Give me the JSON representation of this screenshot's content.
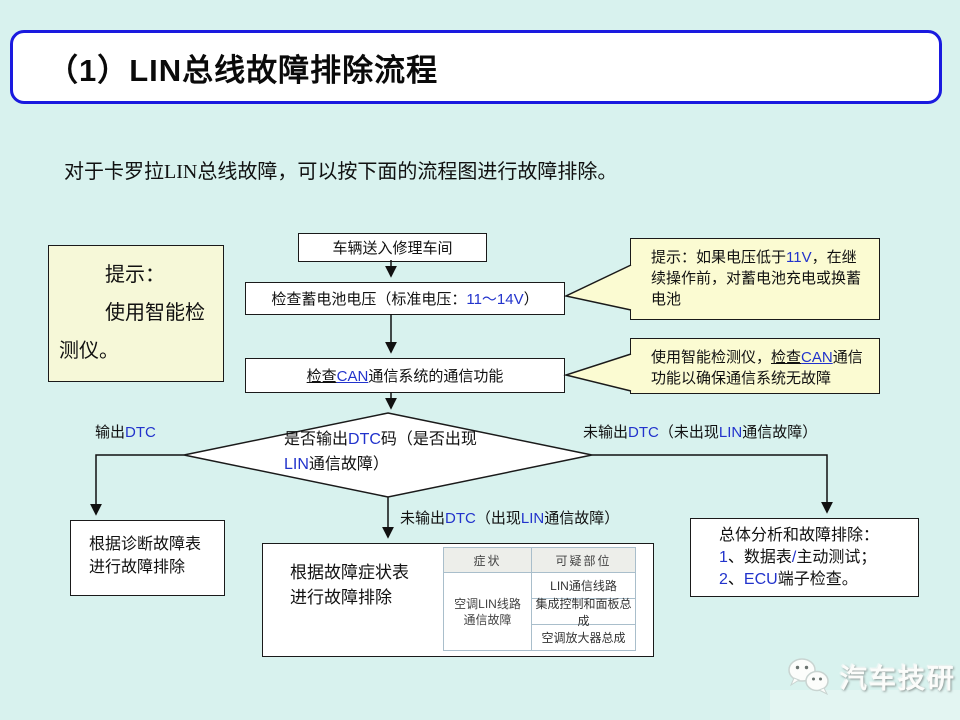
{
  "title": "（1）LIN总线故障排除流程",
  "intro": "对于卡罗拉LIN总线故障，可以按下面的流程图进行故障排除。",
  "note": {
    "line1": "提示：",
    "line2": "使用智能检",
    "line3": "测仪。"
  },
  "flow": {
    "step1": "车辆送入修理车间",
    "step2": {
      "pre": "检查蓄电池电压（标准电压：",
      "val": "11～14V",
      "post": "）"
    },
    "step3": {
      "pre": "检查",
      "can": "CAN",
      "rest": "通信系统的通信功能"
    },
    "decision": {
      "l1a": "是否输出",
      "l1b": "DTC",
      "l1c": "码（是否出现",
      "l2a": "LIN",
      "l2b": "通信故障）"
    },
    "label_yes": {
      "a": "输出",
      "b": "DTC"
    },
    "label_no_right": {
      "a": "未输出",
      "b": "DTC",
      "c": "（未出现",
      "d": "LIN",
      "e": "通信故障）"
    },
    "label_no_bottom": {
      "a": "未输出",
      "b": "DTC",
      "c": "（出现",
      "d": "LIN",
      "e": "通信故障）"
    }
  },
  "callout1": {
    "pre": "提示：如果电压低于",
    "val": "11V",
    "post": "，在继续操作前，对蓄电池充电或换蓄电池"
  },
  "callout2": {
    "pre": "使用智能检测仪，",
    "l1": "检查",
    "l2": "CAN",
    "post": "通信功能以确保通信系统无故障"
  },
  "box_left": {
    "line1": "根据诊断故障表",
    "line2": "进行故障排除"
  },
  "box_mid": {
    "line1": "根据故障症状表",
    "line2": "进行故障排除",
    "table": {
      "headers": [
        "症状",
        "可疑部位"
      ],
      "symptom_line1": "空调LIN线路",
      "symptom_line2": "通信故障",
      "suspects": [
        "LIN通信线路",
        "集成控制和面板总成",
        "空调放大器总成"
      ]
    }
  },
  "box_right": {
    "line1": "总体分析和故障排除：",
    "l2a": "1",
    "l2b": "、数据表",
    "l2c": "/",
    "l2d": "主动测试；",
    "l3a": "2",
    "l3b": "、",
    "l3c": "ECU",
    "l3d": "端子检查。"
  },
  "watermark": {
    "brand": "汽车技研"
  },
  "colors": {
    "background": "#D8F2EE",
    "accent_blue": "#2233CC",
    "title_border": "#1A1ADF",
    "callout_bg": "#FBFBD2",
    "note_bg": "#F6F8D8",
    "table_border": "#A9BECB",
    "table_header_bg": "#EDEEEA"
  }
}
